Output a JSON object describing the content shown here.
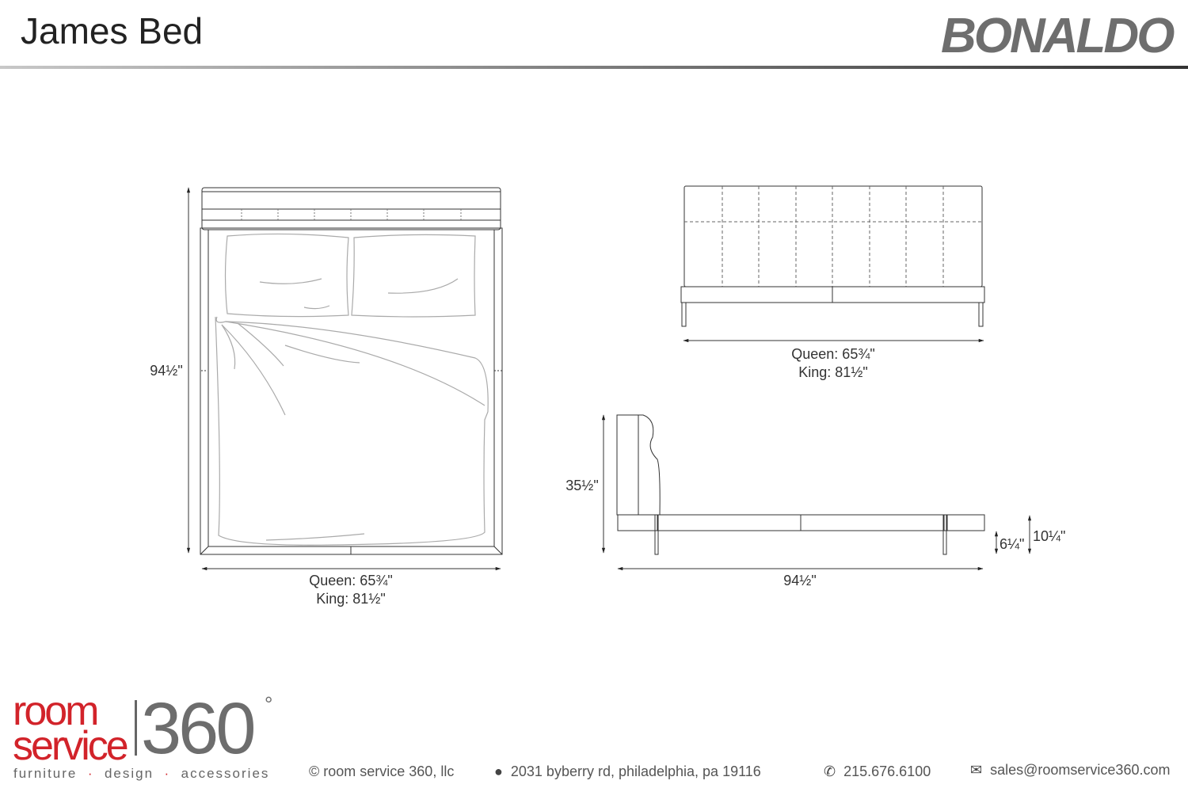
{
  "header": {
    "title": "James Bed",
    "brand": "BONALDO"
  },
  "top_view": {
    "length": "94½\"",
    "width_queen": "Queen: 65¾\"",
    "width_king": "King: 81½\""
  },
  "front_view": {
    "width_queen": "Queen: 65¾\"",
    "width_king": "King: 81½\""
  },
  "side_view": {
    "height": "35½\"",
    "length": "94½\"",
    "frame_height": "6¼\"",
    "total_base_height": "10¼\""
  },
  "footer": {
    "logo_room": "room",
    "logo_service": "service",
    "logo_360": "360",
    "logo_degree": "°",
    "tagline": [
      "furniture",
      "design",
      "accessories"
    ],
    "copyright": "© room service 360, llc",
    "address": "2031 byberry rd, philadelphia, pa 19116",
    "phone": "215.676.6100",
    "email": "sales@roomservice360.com"
  }
}
